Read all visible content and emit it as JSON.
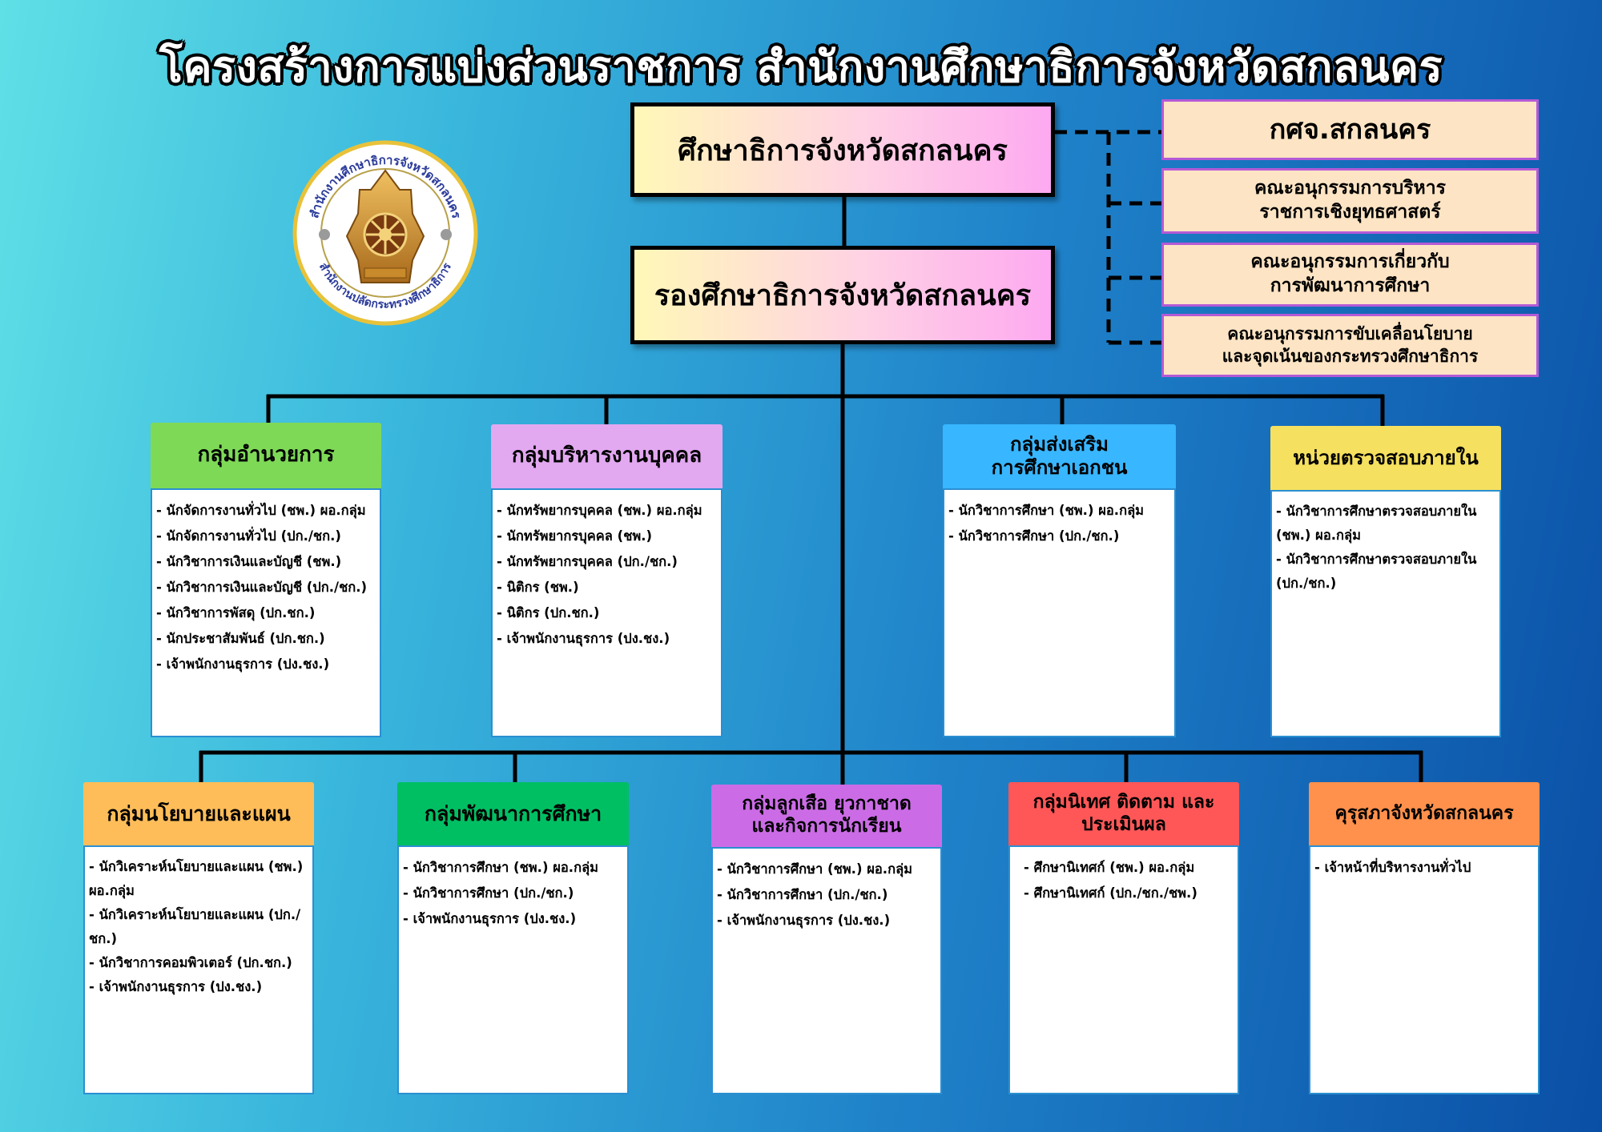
{
  "title": "โครงสร้างการแบ่งส่วนราชการ สำนักงานศึกษาธิการจังหวัดสกลนคร",
  "logo": {
    "text_top": "สำนักงานศึกษาธิการจังหวัดสกลนคร",
    "text_bottom": "สำนักงานปลัดกระทรวงศึกษาธิการ"
  },
  "head": {
    "label": "ศึกษาธิการจังหวัดสกลนคร"
  },
  "deputy": {
    "label": "รองศึกษาธิการจังหวัดสกลนคร"
  },
  "committees": [
    {
      "lines": [
        "กศจ.สกลนคร"
      ]
    },
    {
      "lines": [
        "คณะอนุกรรมการบริหาร",
        "ราชการเชิงยุทธศาสตร์"
      ]
    },
    {
      "lines": [
        "คณะอนุกรรมการเกี่ยวกับ",
        "การพัฒนาการศึกษา"
      ]
    },
    {
      "lines": [
        "คณะอนุกรรมการขับเคลื่อนโยบาย",
        "และจุดเน้นของกระทรวงศึกษาธิการ"
      ]
    }
  ],
  "groups_top": [
    {
      "title": [
        "กลุ่มอำนวยการ"
      ],
      "color": "#7ed957",
      "items": [
        "- นักจัดการงานทั่วไป (ชพ.) ผอ.กลุ่ม",
        "- นักจัดการงานทั่วไป (ปก./ชก.)",
        "- นักวิชาการเงินและบัญชี (ชพ.)",
        "- นักวิชาการเงินและบัญชี (ปก./ชก.)",
        "- นักวิชาการพัสดุ (ปก.ชก.)",
        "- นักประชาสัมพันธ์ (ปก.ชก.)",
        "- เจ้าพนักงานธุรการ (ปง.ชง.)"
      ]
    },
    {
      "title": [
        "กลุ่มบริหารงานบุคคล"
      ],
      "color": "#e2a8f0",
      "items": [
        "- นักทรัพยากรบุคคล (ชพ.) ผอ.กลุ่ม",
        "- นักทรัพยากรบุคคล (ชพ.)",
        "- นักทรัพยากรบุคคล (ปก./ชก.)",
        "- นิติกร (ชพ.)",
        "- นิติกร (ปก.ชก.)",
        "- เจ้าพนักงานธุรการ (ปง.ชง.)"
      ]
    },
    {
      "title": [
        "กลุ่มส่งเสริม",
        "การศึกษาเอกชน"
      ],
      "color": "#38b6ff",
      "items": [
        "- นักวิชาการศึกษา (ชพ.) ผอ.กลุ่ม",
        "- นักวิชาการศึกษา (ปก./ชก.)"
      ]
    },
    {
      "title": [
        "หน่วยตรวจสอบภายใน"
      ],
      "color": "#f5e05f",
      "items": [
        "- นักวิชาการศึกษาตรวจสอบภายใน (ชพ.) ผอ.กลุ่ม",
        "- นักวิชาการศึกษาตรวจสอบภายใน (ปก./ชก.)"
      ]
    }
  ],
  "groups_bottom": [
    {
      "title": [
        "กลุ่มนโยบายและแผน"
      ],
      "color": "#ffbd59",
      "items": [
        "- นักวิเคราะห์นโยบายและแผน (ชพ.) ผอ.กลุ่ม",
        "- นักวิเคราะห์นโยบายและแผน (ปก./ชก.)",
        "- นักวิชาการคอมพิวเตอร์ (ปก.ชก.)",
        "- เจ้าพนักงานธุรการ (ปง.ชง.)"
      ]
    },
    {
      "title": [
        "กลุ่มพัฒนาการศึกษา"
      ],
      "color": "#00bf63",
      "items": [
        "- นักวิชาการศึกษา (ชพ.) ผอ.กลุ่ม",
        "- นักวิชาการศึกษา (ปก./ชก.)",
        "- เจ้าพนักงานธุรการ (ปง.ชง.)"
      ]
    },
    {
      "title": [
        "กลุ่มลูกเสือ ยุวกาชาด",
        "และกิจการนักเรียน"
      ],
      "color": "#cb6ce6",
      "items": [
        "- นักวิชาการศึกษา (ชพ.) ผอ.กลุ่ม",
        "- นักวิชาการศึกษา (ปก./ชก.)",
        "- เจ้าพนักงานธุรการ (ปง.ชง.)"
      ]
    },
    {
      "title": [
        "กลุ่มนิเทศ ติดตาม และ",
        "ประเมินผล"
      ],
      "color": "#ff5757",
      "items": [
        "- ศึกษานิเทศก์ (ชพ.) ผอ.กลุ่ม",
        "- ศึกษานิเทศก์ (ปก./ชก./ชพ.)"
      ]
    },
    {
      "title": [
        "คุรุสภาจังหวัดสกลนคร"
      ],
      "color": "#ff914d",
      "items": [
        "- เจ้าหน้าที่บริหารงานทั่วไป"
      ]
    }
  ]
}
